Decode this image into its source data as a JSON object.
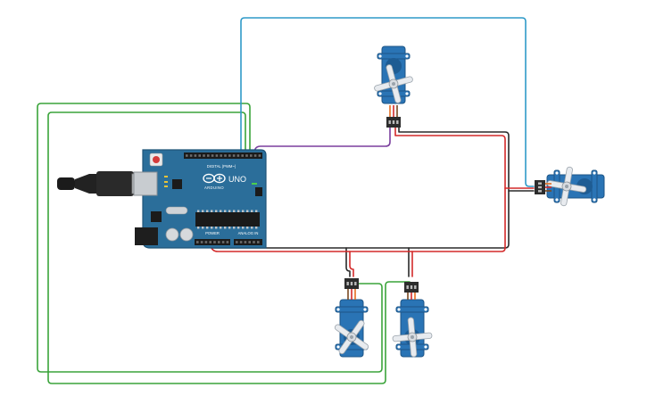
{
  "board": {
    "logo_text": "ARDUINO",
    "model_text": "UNO",
    "digital_header_label": "DIGITAL (PWM~)",
    "power_header_label": "POWER",
    "analog_header_label": "ANALOG IN"
  },
  "colors": {
    "board": "#2b6e9a",
    "board_edge": "#1f5378",
    "servo_body": "#2a74b5",
    "wire_green": "#3aa43a",
    "wire_cyan": "#2f9ac8",
    "wire_purple": "#7b3f9e",
    "wire_black": "#2a2a2a",
    "wire_red": "#d42a2a"
  }
}
